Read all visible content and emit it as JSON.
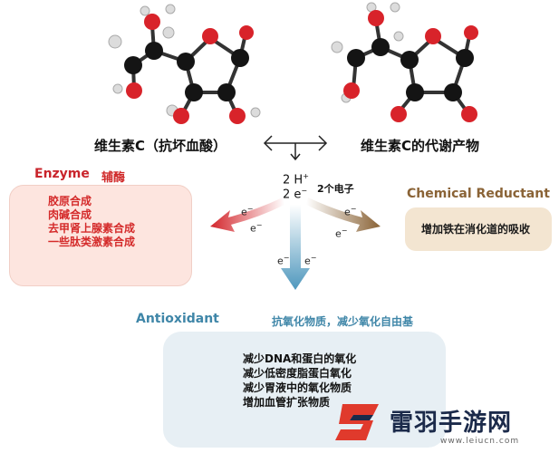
{
  "molecules": {
    "left_caption": "维生素C（抗坏血酸）",
    "right_caption": "维生素C的代谢产物"
  },
  "center": {
    "h_plus": "2 H",
    "h_sup": "+",
    "electrons": "2 e",
    "e_sup": "−",
    "electron_label": "2个电子",
    "e_small": "e",
    "e_small_sup": "−"
  },
  "enzyme": {
    "title": "Enzyme",
    "subtitle": "辅酶",
    "items": [
      "胶原合成",
      "肉碱合成",
      "去甲肾上腺素合成",
      "一些肽类激素合成"
    ]
  },
  "reductant": {
    "title": "Chemical Reductant",
    "items": [
      "增加铁在消化道的吸收"
    ]
  },
  "antioxidant": {
    "title": "Antioxidant",
    "subtitle": "抗氧化物质，减少氧化自由基",
    "items": [
      "减少DNA和蛋白的氧化",
      "减少低密度脂蛋白氧化",
      "减少胃液中的氧化物质",
      "增加血管扩张物质"
    ]
  },
  "watermark": {
    "text": "雷羽手游网",
    "url": "www.leiucn.com"
  },
  "colors": {
    "red": "#c9242b",
    "brown": "#8a6336",
    "blue": "#3f86a8",
    "atom_carbon": "#141414",
    "atom_oxygen": "#d8232a",
    "atom_hydrogen": "#dcdcdc"
  }
}
